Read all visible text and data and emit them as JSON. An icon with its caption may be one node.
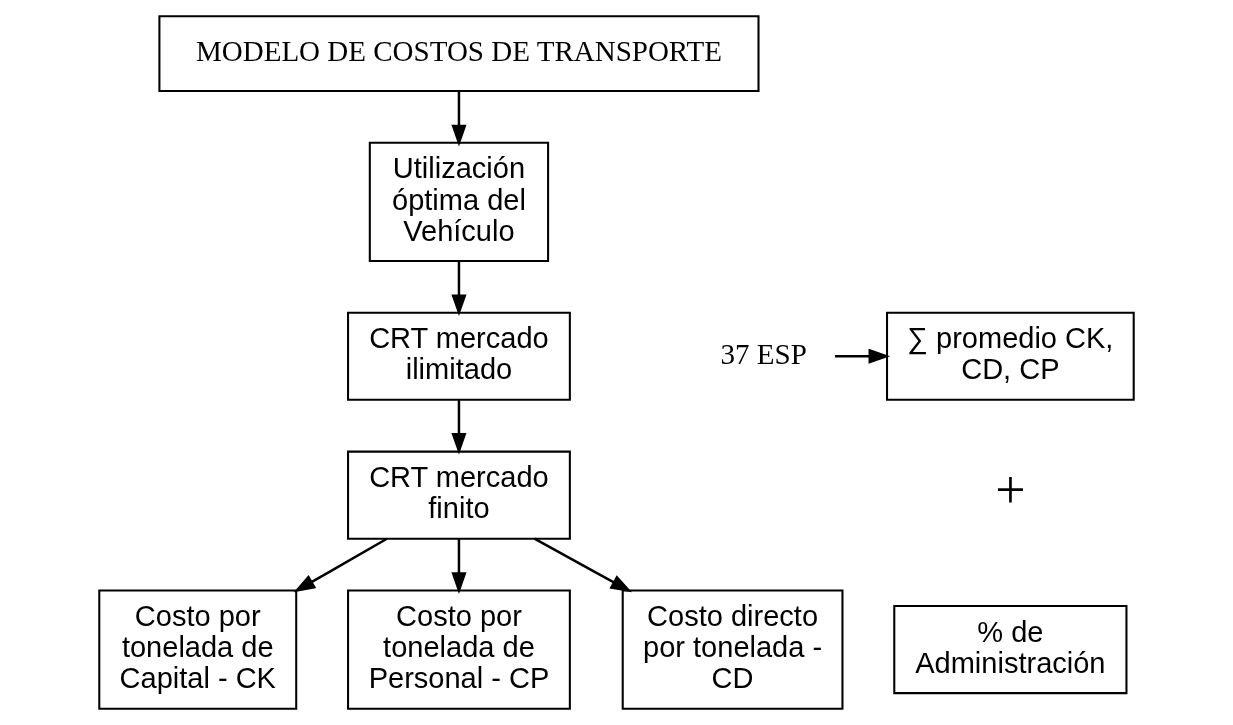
{
  "diagram": {
    "nodes": [
      {
        "text": [
          "MODELO DE COSTOS DE TRANSPORTE"
        ]
      },
      {
        "text": [
          "Utilización óptima del Vehículo"
        ]
      },
      {
        "text": [
          "CRT mercado ilimitado"
        ]
      },
      {
        "text": [
          "CRT mercado finito"
        ]
      },
      {
        "text": [
          "Costo por tonelada de Capital - CK"
        ]
      },
      {
        "text": [
          "Costo por tonelada de Personal - CP"
        ]
      },
      {
        "text": [
          "Costo directo por tonelada - CD"
        ]
      },
      {
        "text": [
          "37 ESP"
        ]
      },
      {
        "text": [
          "∑ promedio CK, CD, CP"
        ]
      },
      {
        "text": [
          "% de Administración"
        ]
      }
    ],
    "edges": [
      {
        "from": 0,
        "to": 1,
        "arrow": "to"
      },
      {
        "from": 1,
        "to": 2,
        "arrow": "to"
      },
      {
        "from": 2,
        "to": 3,
        "arrow": "to"
      },
      {
        "from": 3,
        "to": 4,
        "arrow": "to"
      },
      {
        "from": 3,
        "to": 5,
        "arrow": "to"
      },
      {
        "from": 3,
        "to": 6,
        "arrow": "to"
      },
      {
        "from": 7,
        "to": 8,
        "arrow": "to"
      }
    ],
    "labels": [
      "+"
    ]
  }
}
